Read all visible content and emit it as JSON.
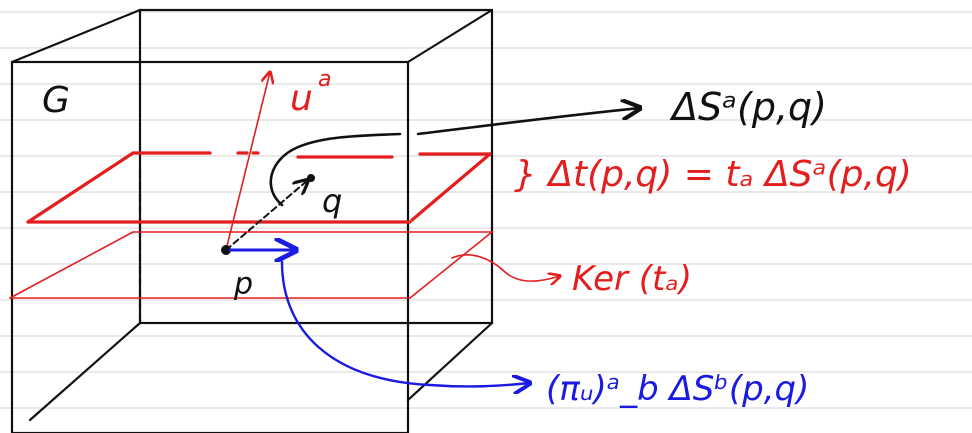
{
  "colors": {
    "paper": "#ffffff",
    "rule_line": "#d3d3d3",
    "ink_black": "#111111",
    "ink_red": "#e31e1e",
    "ink_blue": "#1a1ae0"
  },
  "labels": {
    "spacetime": "G",
    "vector_u": "u",
    "vector_u_index": "a",
    "point_p": "p",
    "point_q": "q"
  },
  "annotations": {
    "delta_s": "ΔSᵃ(p,q)",
    "delta_t": "} Δt(p,q) = tₐ ΔSᵃ(p,q)",
    "kernel": "Ker (tₐ)",
    "projection": "(πᵤ)ᵃ_b ΔSᵇ(p,q)"
  }
}
